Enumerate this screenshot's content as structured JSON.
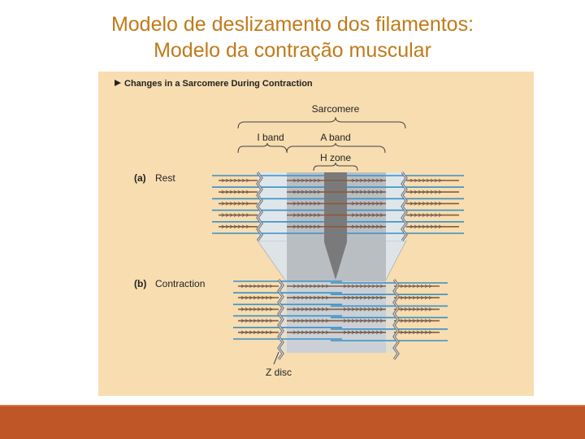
{
  "slide": {
    "title_line1": "Modelo de deslizamento dos filamentos:",
    "title_line2": "Modelo da contração muscular"
  },
  "figure": {
    "heading": "Changes in a Sarcomere During Contraction",
    "labels": {
      "sarcomere": "Sarcomere",
      "i_band": "I band",
      "a_band": "A band",
      "h_zone": "H zone",
      "z_disc": "Z disc"
    },
    "panels": [
      {
        "letter": "(a)",
        "state": "Rest"
      },
      {
        "letter": "(b)",
        "state": "Contraction"
      }
    ],
    "colors": {
      "background": "#f7ddb0",
      "light_zone": "#dfe6ea",
      "a_band": "#b9bec3",
      "h_zone": "#7a7a7a",
      "thin_filament": "#3a8fc4",
      "thick_filament": "#8b5a3c"
    }
  },
  "footer": {
    "bar_color": "#be5628"
  }
}
